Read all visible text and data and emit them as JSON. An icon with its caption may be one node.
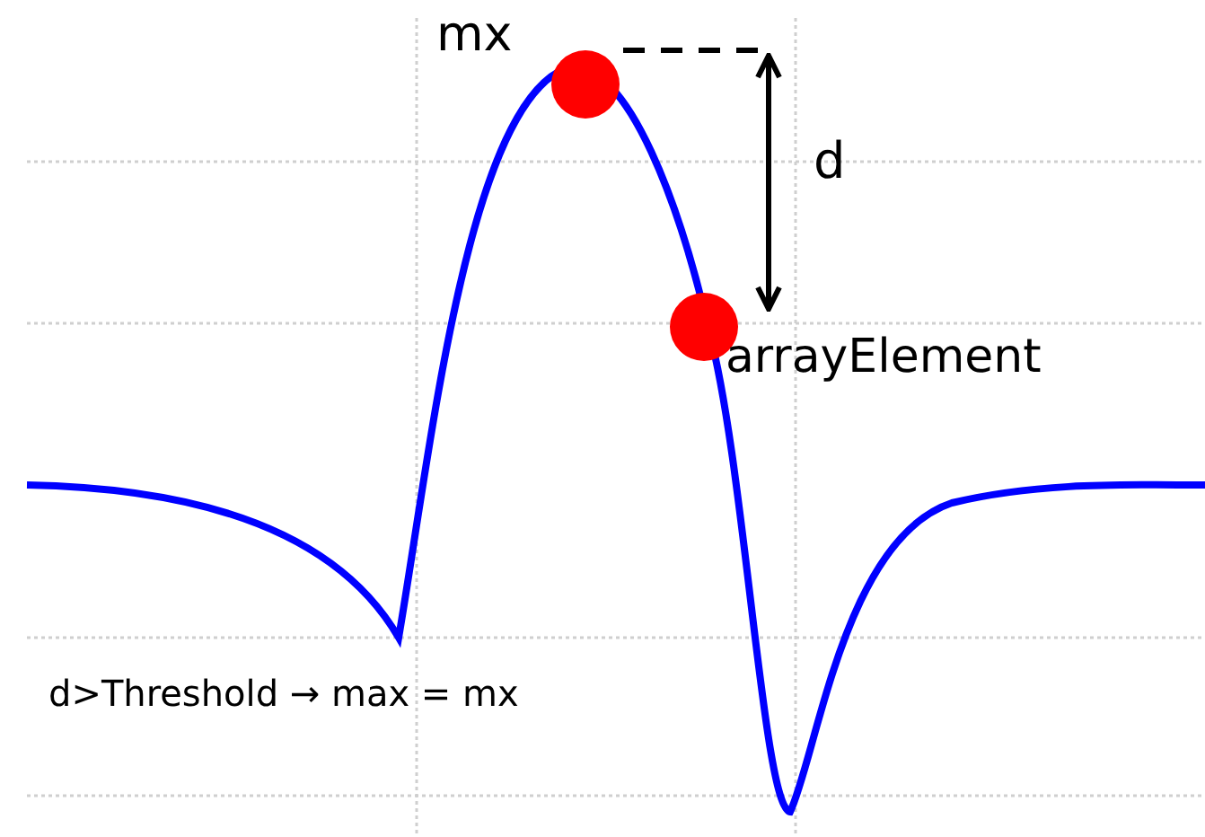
{
  "diagram": {
    "labels": [
      "mx",
      "d",
      "arrayElement",
      "d>Threshold → max = mx"
    ]
  }
}
